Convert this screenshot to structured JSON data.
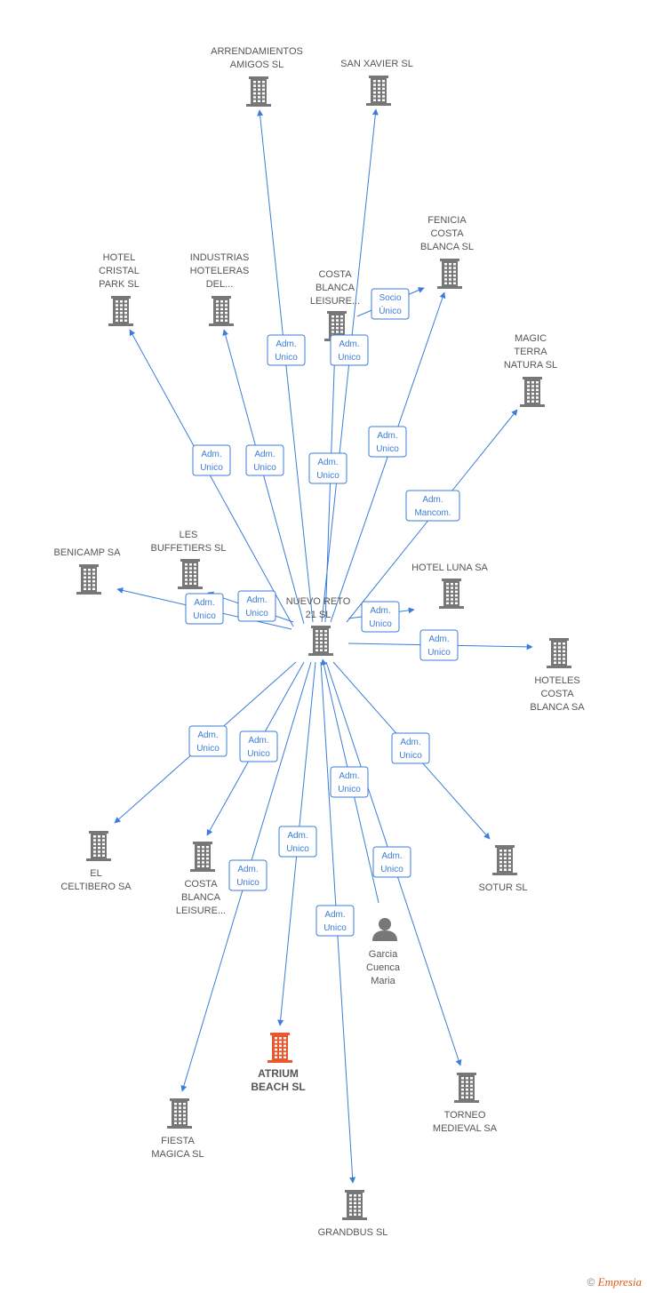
{
  "colors": {
    "edge": "#3b7dd8",
    "company": "#777777",
    "focus": "#e9582c",
    "person": "#777777",
    "label": "#555555"
  },
  "nodes": [
    {
      "id": "nuevo_reto",
      "lines": [
        "NUEVO RETO",
        "21 SL"
      ],
      "type": "company"
    },
    {
      "id": "arrendamientos",
      "lines": [
        "ARRENDAMIENTOS",
        "AMIGOS SL"
      ],
      "type": "company"
    },
    {
      "id": "san_xavier",
      "lines": [
        "SAN XAVIER SL"
      ],
      "type": "company"
    },
    {
      "id": "fenicia",
      "lines": [
        "FENICIA",
        "COSTA",
        "BLANCA SL"
      ],
      "type": "company"
    },
    {
      "id": "hotel_cristal",
      "lines": [
        "HOTEL",
        "CRISTAL",
        "PARK SL"
      ],
      "type": "company"
    },
    {
      "id": "industrias",
      "lines": [
        "INDUSTRIAS",
        "HOTELERAS",
        "DEL..."
      ],
      "type": "company"
    },
    {
      "id": "costa_top",
      "lines": [
        "COSTA",
        "BLANCA",
        "LEISURE..."
      ],
      "type": "company"
    },
    {
      "id": "magic",
      "lines": [
        "MAGIC",
        "TERRA",
        "NATURA  SL"
      ],
      "type": "company"
    },
    {
      "id": "benicamp",
      "lines": [
        "BENICAMP SA"
      ],
      "type": "company"
    },
    {
      "id": "les_buffetiers",
      "lines": [
        "LES",
        "BUFFETIERS SL"
      ],
      "type": "company"
    },
    {
      "id": "hotel_luna",
      "lines": [
        "HOTEL LUNA SA"
      ],
      "type": "company"
    },
    {
      "id": "hoteles_costa",
      "lines": [
        "HOTELES",
        "COSTA",
        "BLANCA SA"
      ],
      "type": "company"
    },
    {
      "id": "el_celtibero",
      "lines": [
        "EL",
        "CELTIBERO SA"
      ],
      "type": "company"
    },
    {
      "id": "costa_bottom",
      "lines": [
        "COSTA",
        "BLANCA",
        "LEISURE..."
      ],
      "type": "company"
    },
    {
      "id": "sotur",
      "lines": [
        "SOTUR SL"
      ],
      "type": "company"
    },
    {
      "id": "garcia",
      "lines": [
        "Garcia",
        "Cuenca",
        "Maria"
      ],
      "type": "person"
    },
    {
      "id": "atrium",
      "lines": [
        "ATRIUM",
        "BEACH SL"
      ],
      "type": "focus"
    },
    {
      "id": "torneo",
      "lines": [
        "TORNEO",
        "MEDIEVAL SA"
      ],
      "type": "company"
    },
    {
      "id": "fiesta",
      "lines": [
        "FIESTA",
        "MAGICA SL"
      ],
      "type": "company"
    },
    {
      "id": "grandbus",
      "lines": [
        "GRANDBUS SL"
      ],
      "type": "company"
    }
  ],
  "edges": [
    {
      "from": "nuevo_reto",
      "to": "arrendamientos",
      "label": [
        "Adm.",
        "Unico"
      ]
    },
    {
      "from": "nuevo_reto",
      "to": "san_xavier",
      "label": [
        "Adm.",
        "Unico"
      ]
    },
    {
      "from": "nuevo_reto",
      "to": "fenicia",
      "label": [
        "Adm.",
        "Unico"
      ]
    },
    {
      "from": "nuevo_reto",
      "to": "hotel_cristal",
      "label": [
        "Adm.",
        "Unico"
      ]
    },
    {
      "from": "nuevo_reto",
      "to": "industrias",
      "label": [
        "Adm.",
        "Unico"
      ]
    },
    {
      "from": "nuevo_reto",
      "to": "costa_top",
      "label": [
        "Adm.",
        "Unico"
      ]
    },
    {
      "from": "costa_top",
      "to": "fenicia",
      "label": [
        "Socio",
        "Único"
      ]
    },
    {
      "from": "nuevo_reto",
      "to": "magic",
      "label": [
        "Adm.",
        "Mancom."
      ]
    },
    {
      "from": "nuevo_reto",
      "to": "benicamp",
      "label": [
        "Adm.",
        "Unico"
      ]
    },
    {
      "from": "nuevo_reto",
      "to": "les_buffetiers",
      "label": [
        "Adm.",
        "Unico"
      ]
    },
    {
      "from": "nuevo_reto",
      "to": "hotel_luna",
      "label": [
        "Adm.",
        "Unico"
      ]
    },
    {
      "from": "nuevo_reto",
      "to": "hoteles_costa",
      "label": [
        "Adm.",
        "Unico"
      ]
    },
    {
      "from": "nuevo_reto",
      "to": "el_celtibero",
      "label": [
        "Adm.",
        "Unico"
      ]
    },
    {
      "from": "nuevo_reto",
      "to": "costa_bottom",
      "label": [
        "Adm.",
        "Unico"
      ]
    },
    {
      "from": "nuevo_reto",
      "to": "sotur",
      "label": [
        "Adm.",
        "Unico"
      ]
    },
    {
      "from": "garcia",
      "to": "nuevo_reto",
      "label": [
        "Adm.",
        "Unico"
      ]
    },
    {
      "from": "nuevo_reto",
      "to": "atrium",
      "label": [
        "Adm.",
        "Unico"
      ]
    },
    {
      "from": "nuevo_reto",
      "to": "torneo",
      "label": [
        "Adm.",
        "Unico"
      ]
    },
    {
      "from": "nuevo_reto",
      "to": "fiesta",
      "label": [
        "Adm.",
        "Unico"
      ]
    },
    {
      "from": "nuevo_reto",
      "to": "grandbus",
      "label": [
        "Adm.",
        "Unico"
      ]
    }
  ],
  "footer": {
    "copyright": "©",
    "brand": "Empresia"
  }
}
